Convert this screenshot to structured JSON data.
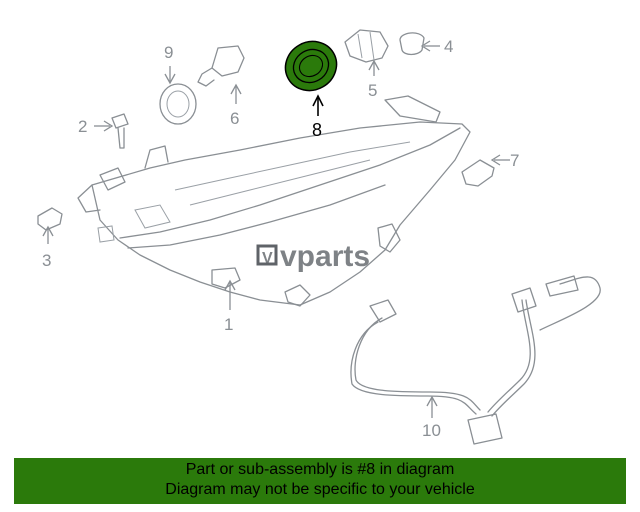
{
  "diagram": {
    "callouts": [
      "1",
      "2",
      "3",
      "4",
      "5",
      "6",
      "7",
      "8",
      "9",
      "10"
    ],
    "highlighted_part": "8",
    "highlight_color": "#2b7a0b",
    "watermark": "vparts",
    "watermark_logo_letter": "V"
  },
  "footer": {
    "line1": "Part or sub-assembly is #8 in diagram",
    "line2": "Diagram may not be specific to your vehicle",
    "background": "#2b7a0b"
  }
}
